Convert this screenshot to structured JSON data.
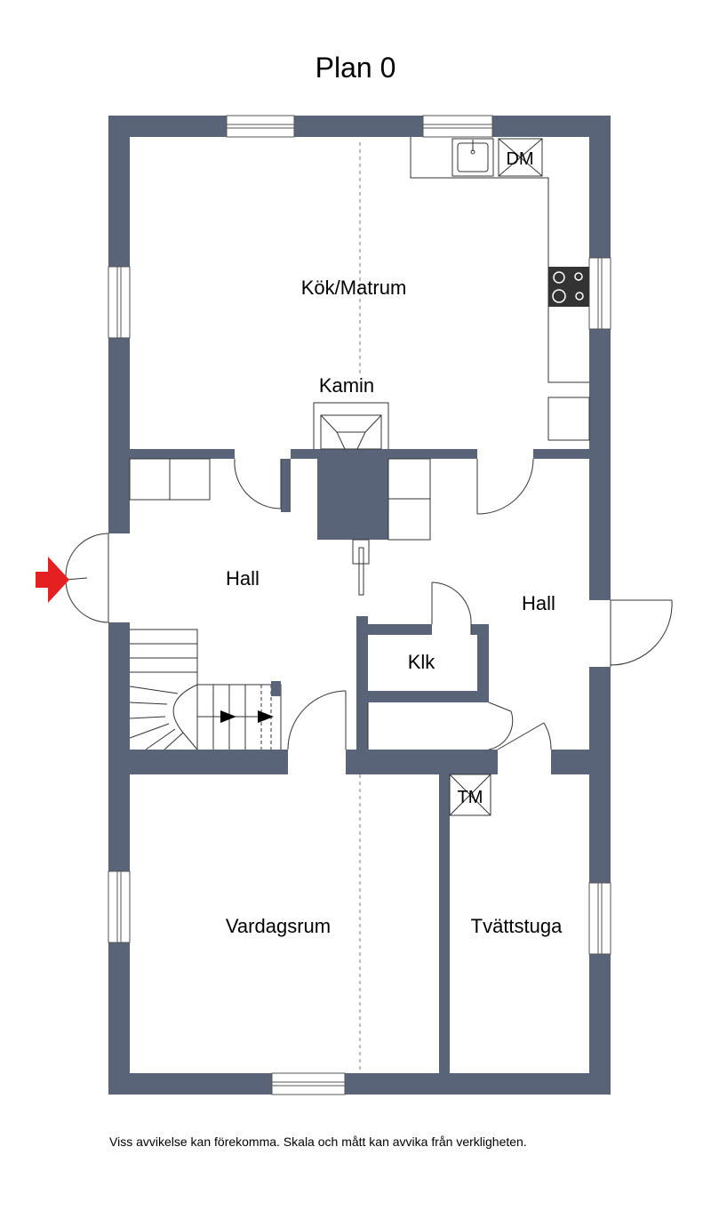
{
  "title": "Plan 0",
  "disclaimer": "Viss avvikelse kan förekomma. Skala och mått kan avvika från verkligheten.",
  "colors": {
    "wall": "#5a6478",
    "fixture_stroke": "#333333",
    "entrance_arrow": "#e52020"
  },
  "rooms": {
    "kok": "Kök/Matrum",
    "kamin": "Kamin",
    "hall_west": "Hall",
    "hall_east": "Hall",
    "klk": "Klk",
    "vardagsrum": "Vardagsrum",
    "tvattstuga": "Tvättstuga"
  },
  "appliances": {
    "dm": "DM",
    "tm": "TM"
  }
}
